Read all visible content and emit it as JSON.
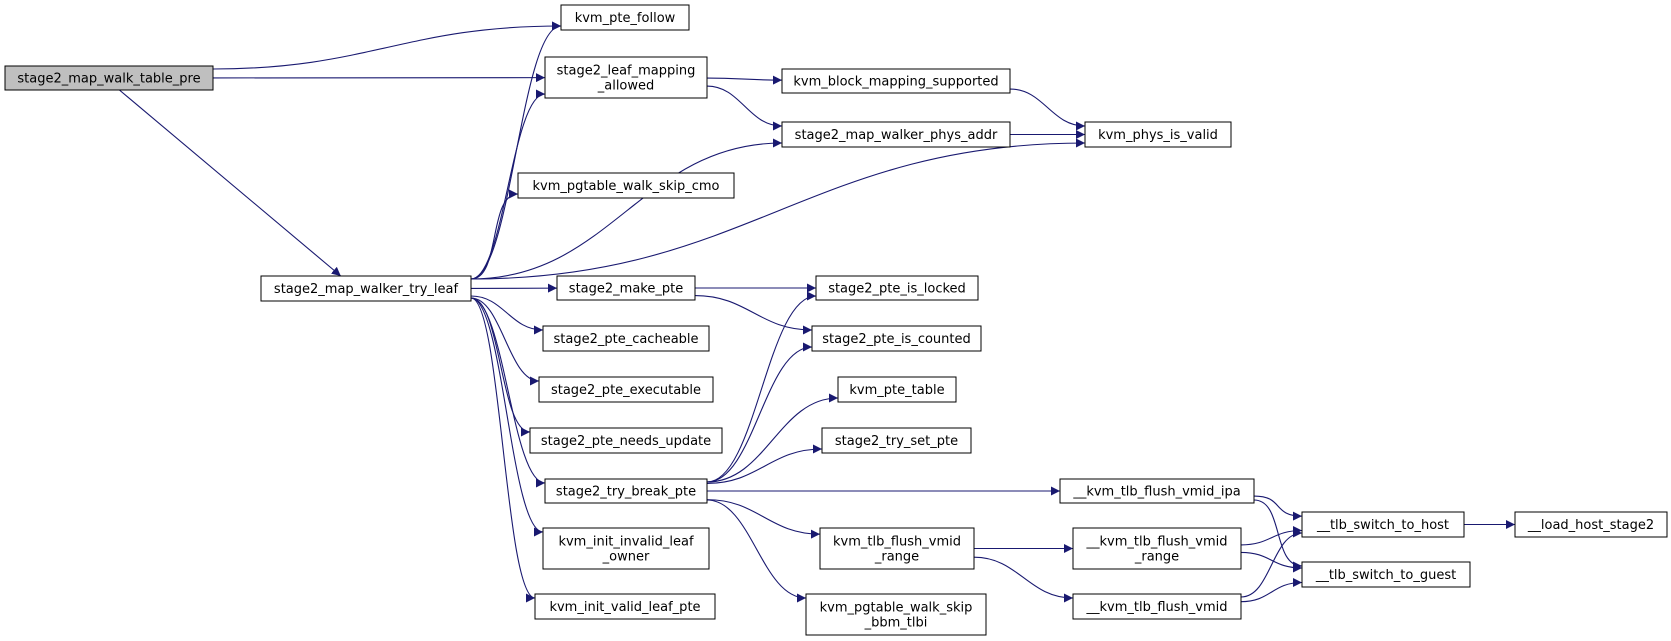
{
  "graph": {
    "type": "call-graph",
    "edge_color": "#191970",
    "root_fill": "#bfbfbf",
    "nodes": [
      {
        "id": "map_walk_table_pre",
        "lines": [
          "stage2_map_walk_table_pre"
        ],
        "root": true
      },
      {
        "id": "pte_follow",
        "lines": [
          "kvm_pte_follow"
        ]
      },
      {
        "id": "leaf_mapping_allowed",
        "lines": [
          "stage2_leaf_mapping",
          "_allowed"
        ]
      },
      {
        "id": "block_mapping_supported",
        "lines": [
          "kvm_block_mapping_supported"
        ]
      },
      {
        "id": "map_walker_phys_addr",
        "lines": [
          "stage2_map_walker_phys_addr"
        ]
      },
      {
        "id": "phys_is_valid",
        "lines": [
          "kvm_phys_is_valid"
        ]
      },
      {
        "id": "walk_skip_cmo",
        "lines": [
          "kvm_pgtable_walk_skip_cmo"
        ]
      },
      {
        "id": "map_walker_try_leaf",
        "lines": [
          "stage2_map_walker_try_leaf"
        ]
      },
      {
        "id": "make_pte",
        "lines": [
          "stage2_make_pte"
        ]
      },
      {
        "id": "pte_is_locked",
        "lines": [
          "stage2_pte_is_locked"
        ]
      },
      {
        "id": "pte_cacheable",
        "lines": [
          "stage2_pte_cacheable"
        ]
      },
      {
        "id": "pte_is_counted",
        "lines": [
          "stage2_pte_is_counted"
        ]
      },
      {
        "id": "pte_executable",
        "lines": [
          "stage2_pte_executable"
        ]
      },
      {
        "id": "pte_table",
        "lines": [
          "kvm_pte_table"
        ]
      },
      {
        "id": "pte_needs_update",
        "lines": [
          "stage2_pte_needs_update"
        ]
      },
      {
        "id": "try_set_pte",
        "lines": [
          "stage2_try_set_pte"
        ]
      },
      {
        "id": "try_break_pte",
        "lines": [
          "stage2_try_break_pte"
        ]
      },
      {
        "id": "tlb_flush_vmid_ipa",
        "lines": [
          "__kvm_tlb_flush_vmid_ipa"
        ]
      },
      {
        "id": "tlb_switch_to_host",
        "lines": [
          "__tlb_switch_to_host"
        ]
      },
      {
        "id": "load_host_stage2",
        "lines": [
          "__load_host_stage2"
        ]
      },
      {
        "id": "init_invalid_leaf_owner",
        "lines": [
          "kvm_init_invalid_leaf",
          "_owner"
        ]
      },
      {
        "id": "kvm_tlb_flush_vmid_range",
        "lines": [
          "kvm_tlb_flush_vmid",
          "_range"
        ]
      },
      {
        "id": "__kvm_tlb_flush_vmid_range",
        "lines": [
          "__kvm_tlb_flush_vmid",
          "_range"
        ]
      },
      {
        "id": "tlb_switch_to_guest",
        "lines": [
          "__tlb_switch_to_guest"
        ]
      },
      {
        "id": "init_valid_leaf_pte",
        "lines": [
          "kvm_init_valid_leaf_pte"
        ]
      },
      {
        "id": "tlb_flush_vmid",
        "lines": [
          "__kvm_tlb_flush_vmid"
        ]
      },
      {
        "id": "walk_skip_bbm_tlbi",
        "lines": [
          "kvm_pgtable_walk_skip",
          "_bbm_tlbi"
        ]
      }
    ],
    "edges": [
      [
        "map_walk_table_pre",
        "pte_follow"
      ],
      [
        "map_walk_table_pre",
        "leaf_mapping_allowed"
      ],
      [
        "map_walk_table_pre",
        "map_walker_try_leaf"
      ],
      [
        "leaf_mapping_allowed",
        "block_mapping_supported"
      ],
      [
        "leaf_mapping_allowed",
        "map_walker_phys_addr"
      ],
      [
        "block_mapping_supported",
        "phys_is_valid"
      ],
      [
        "map_walker_phys_addr",
        "phys_is_valid"
      ],
      [
        "map_walker_try_leaf",
        "pte_follow"
      ],
      [
        "map_walker_try_leaf",
        "leaf_mapping_allowed"
      ],
      [
        "map_walker_try_leaf",
        "map_walker_phys_addr"
      ],
      [
        "map_walker_try_leaf",
        "phys_is_valid"
      ],
      [
        "map_walker_try_leaf",
        "walk_skip_cmo"
      ],
      [
        "map_walker_try_leaf",
        "make_pte"
      ],
      [
        "map_walker_try_leaf",
        "pte_cacheable"
      ],
      [
        "map_walker_try_leaf",
        "pte_executable"
      ],
      [
        "map_walker_try_leaf",
        "pte_needs_update"
      ],
      [
        "map_walker_try_leaf",
        "try_break_pte"
      ],
      [
        "map_walker_try_leaf",
        "init_invalid_leaf_owner"
      ],
      [
        "map_walker_try_leaf",
        "init_valid_leaf_pte"
      ],
      [
        "make_pte",
        "pte_is_locked"
      ],
      [
        "make_pte",
        "pte_is_counted"
      ],
      [
        "try_break_pte",
        "pte_is_locked"
      ],
      [
        "try_break_pte",
        "pte_is_counted"
      ],
      [
        "try_break_pte",
        "pte_table"
      ],
      [
        "try_break_pte",
        "try_set_pte"
      ],
      [
        "try_break_pte",
        "tlb_flush_vmid_ipa"
      ],
      [
        "try_break_pte",
        "kvm_tlb_flush_vmid_range"
      ],
      [
        "try_break_pte",
        "walk_skip_bbm_tlbi"
      ],
      [
        "tlb_flush_vmid_ipa",
        "tlb_switch_to_host"
      ],
      [
        "tlb_flush_vmid_ipa",
        "tlb_switch_to_guest"
      ],
      [
        "tlb_switch_to_host",
        "load_host_stage2"
      ],
      [
        "kvm_tlb_flush_vmid_range",
        "__kvm_tlb_flush_vmid_range"
      ],
      [
        "kvm_tlb_flush_vmid_range",
        "tlb_flush_vmid"
      ],
      [
        "__kvm_tlb_flush_vmid_range",
        "tlb_switch_to_host"
      ],
      [
        "__kvm_tlb_flush_vmid_range",
        "tlb_switch_to_guest"
      ],
      [
        "tlb_flush_vmid",
        "tlb_switch_to_host"
      ],
      [
        "tlb_flush_vmid",
        "tlb_switch_to_guest"
      ]
    ]
  }
}
